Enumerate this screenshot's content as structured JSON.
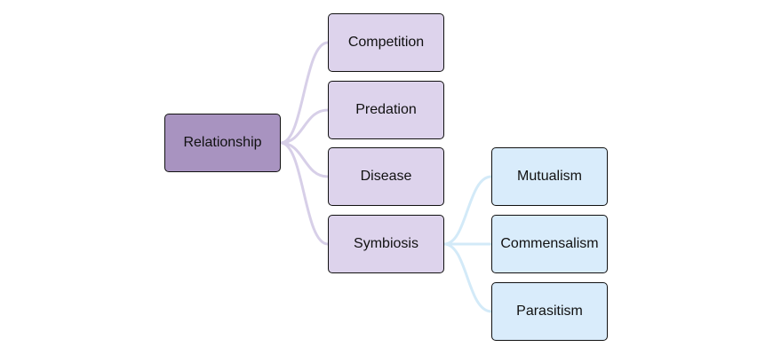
{
  "diagram": {
    "root": {
      "label": "Relationship"
    },
    "children": [
      {
        "label": "Competition"
      },
      {
        "label": "Predation"
      },
      {
        "label": "Disease"
      },
      {
        "label": "Symbiosis",
        "children": [
          {
            "label": "Mutualism"
          },
          {
            "label": "Commensalism"
          },
          {
            "label": "Parasitism"
          }
        ]
      }
    ]
  },
  "colors": {
    "root_fill": "#a893c0",
    "level1_fill": "#ddd3ec",
    "level2_fill": "#d9ecfb",
    "level1_connector": "#d7cfe8",
    "level2_connector": "#d3eaf8",
    "border": "#111111"
  }
}
